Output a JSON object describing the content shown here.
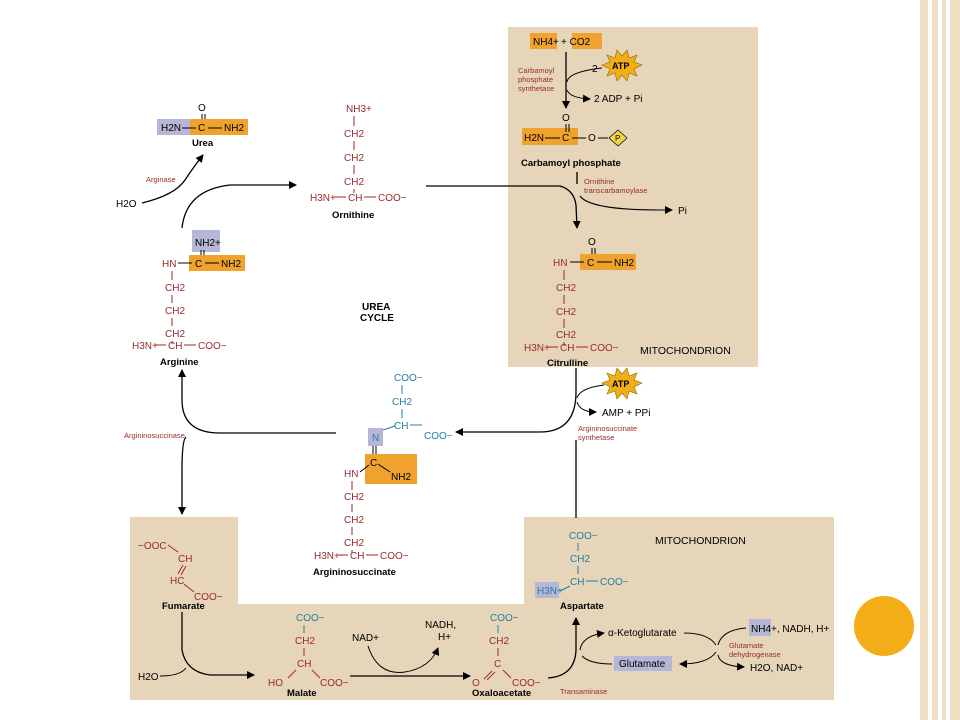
{
  "colors": {
    "mito_bg": "#e6d5b8",
    "highlight_orange": "#f0a22e",
    "highlight_blue": "#b6b7d6",
    "carbon_red": "#9a2b2b",
    "aspartate_blue": "#1f7fa6",
    "bullet_orange": "#f3ae17",
    "stripe_tan": "#f1dfc4"
  },
  "cycle": {
    "line1": "UREA",
    "line2": "CYCLE"
  },
  "mito_labels": {
    "top": "MITOCHONDRION",
    "bottom": "MITOCHONDRION"
  },
  "names": {
    "urea": "Urea",
    "ornithine": "Ornithine",
    "carbamoyl_phosphate": "Carbamoyl phosphate",
    "citrulline": "Citrulline",
    "arginine": "Arginine",
    "argininosuccinate": "Argininosuccinate",
    "fumarate": "Fumarate",
    "malate": "Malate",
    "oxaloacetate": "Oxaloacetate",
    "aspartate": "Aspartate"
  },
  "enzymes": {
    "arginase": "Arginase",
    "cps_1": "Carbamoyl",
    "cps_2": "phosphate",
    "cps_3": "synthetase",
    "otc_1": "Ornithine",
    "otc_2": "transcarbamoylase",
    "ass_1": "Argininosuccinate",
    "ass_2": "synthetase",
    "asl": "Argininosuccinase",
    "transaminase": "Transaminase",
    "gdh_1": "Glutamate",
    "gdh_2": "dehydrogenase"
  },
  "groups": {
    "nh3_plus": "NH3+",
    "h2n": "H2N",
    "c": "C",
    "nh2": "NH2",
    "o": "O",
    "ch2": "CH2",
    "ch": "CH",
    "coo": "COO−",
    "ooc": "−OOC",
    "h3n_plus": "H3N+",
    "hn": "HN",
    "nh2_plus": "NH2+",
    "n": "N",
    "hc": "HC",
    "ho": "HO",
    "h2o": "H2O",
    "p": "P"
  },
  "reagents": {
    "nh4": "NH4+",
    "plus_co2": "+  CO2",
    "two": "2",
    "atp": "ATP",
    "adp": "2 ADP + Pi",
    "pi": "Pi",
    "amp": "AMP + PPi",
    "nad": "NAD+",
    "nadh": "NADH,",
    "h_plus": "H+",
    "alpha_kg": "α-Ketoglutarate",
    "glutamate": "Glutamate",
    "nh4_nadh": "NH4+, NADH, H+",
    "h2o_nad": "H2O, NAD+",
    "h2o": "H2O"
  }
}
